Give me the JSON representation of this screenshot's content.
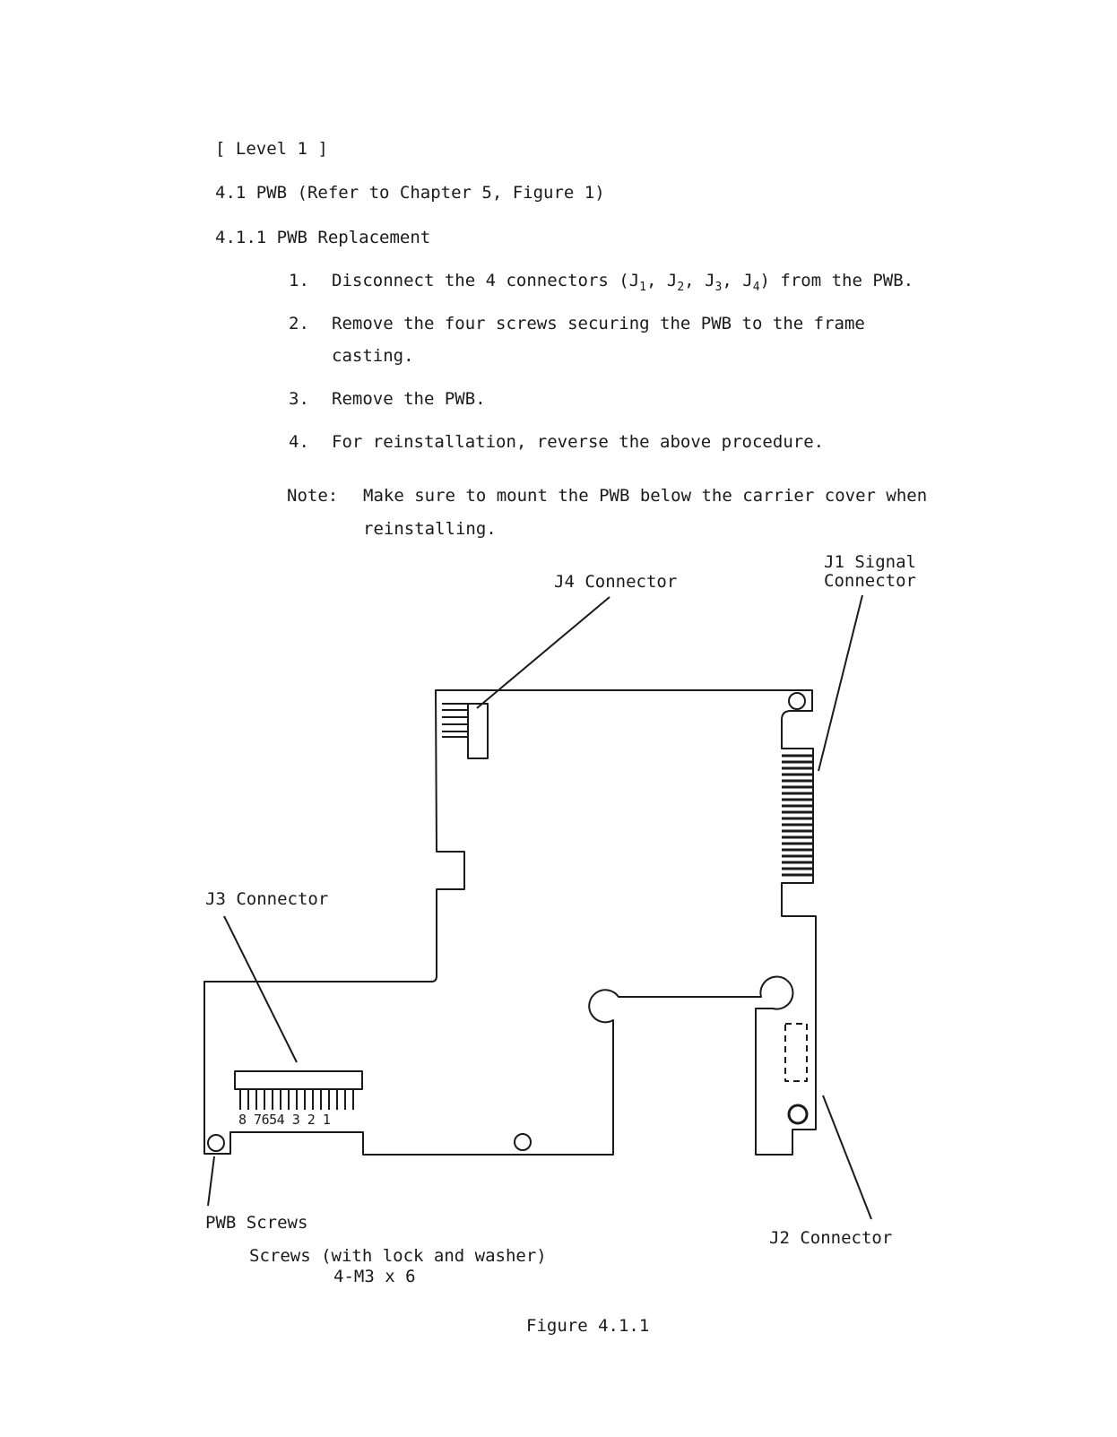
{
  "header": {
    "level": "[ Level 1 ]",
    "section": "4.1  PWB (Refer to Chapter 5, Figure 1)",
    "subsection": "4.1.1  PWB Replacement"
  },
  "steps": [
    {
      "num": "1.",
      "line1": "Disconnect the 4 connectors (J",
      "line1_end": " from the PWB."
    },
    {
      "num": "2.",
      "line1": "Remove the four screws securing the PWB to the frame",
      "line2": "casting."
    },
    {
      "num": "3.",
      "line1": "Remove the PWB."
    },
    {
      "num": "4.",
      "line1": "For reinstallation, reverse the above procedure."
    }
  ],
  "connectors_list": [
    {
      "base": "J",
      "sub": "1"
    },
    {
      "base": "J",
      "sub": "2"
    },
    {
      "base": "J",
      "sub": "3"
    },
    {
      "base": "J",
      "sub": "4"
    }
  ],
  "note": {
    "label": "Note:",
    "line1": "Make sure to mount the PWB below the carrier cover when",
    "line2": "reinstalling."
  },
  "figure": {
    "j4": "J4 Connector",
    "j1_line1": "J1 Signal",
    "j1_line2": "Connector",
    "j3": "J3 Connector",
    "j2": "J2 Connector",
    "pin_numbers": "8 7654 3 2 1",
    "pwb_screws": "PWB Screws",
    "screws_line1": "Screws (with lock and washer)",
    "screws_line2": "4-M3 x 6",
    "caption": "Figure 4.1.1"
  }
}
